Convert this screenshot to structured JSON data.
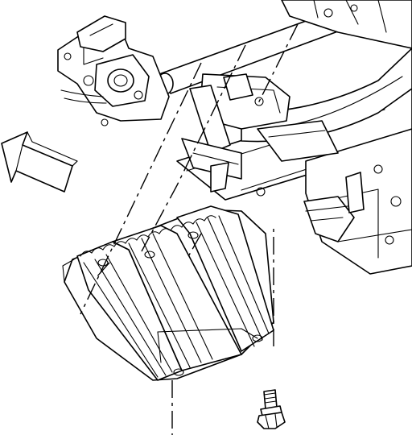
{
  "diagram": {
    "kind": "exploded-assembly",
    "parts": [
      "frame-crossmember",
      "engine-mount-bracket",
      "skid-plate-shield",
      "mounting-bolt"
    ],
    "direction_arrow": "front-of-vehicle",
    "line_color": "#000000",
    "background_color": "#ffffff"
  }
}
